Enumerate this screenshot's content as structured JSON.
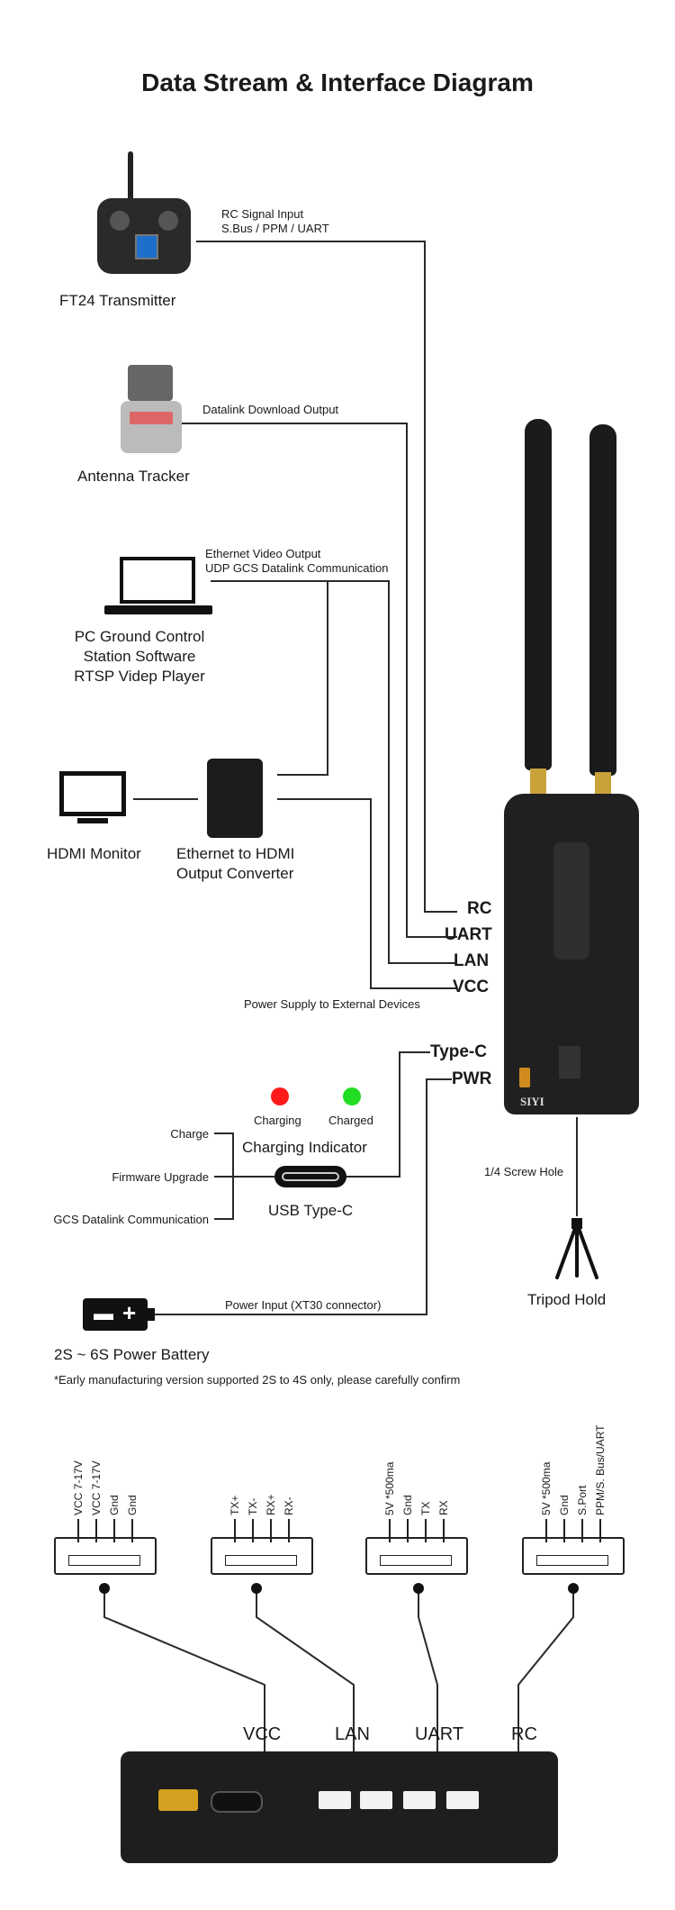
{
  "title": "Data Stream & Interface Diagram",
  "devices": {
    "transmitter": "FT24 Transmitter",
    "tracker": "Antenna Tracker",
    "pc": [
      "PC Ground Control",
      "Station Software",
      "RTSP Videp Player"
    ],
    "monitor": "HDMI Monitor",
    "converter": [
      "Ethernet to HDMI",
      "Output Converter"
    ],
    "tripod": "Tripod Hold",
    "battery": "2S ~ 6S Power Battery",
    "brand": "SIYI"
  },
  "links": {
    "rc_signal": [
      "RC Signal Input",
      "S.Bus / PPM / UART"
    ],
    "datalink": "Datalink Download Output",
    "ethernet": [
      "Ethernet Video Output",
      "UDP GCS Datalink Communication"
    ],
    "power_supply": "Power Supply to External Devices",
    "screw": "1/4 Screw Hole",
    "power_input": "Power Input (XT30 connector)"
  },
  "ports": {
    "rc": "RC",
    "uart": "UART",
    "lan": "LAN",
    "vcc": "VCC",
    "typec": "Type-C",
    "pwr": "PWR"
  },
  "charging": {
    "charging": "Charging",
    "charged": "Charged",
    "indicator": "Charging Indicator",
    "usb": "USB Type-C",
    "charging_color": "#ff1a1a",
    "charged_color": "#22dd22",
    "functions": [
      "Charge",
      "Firmware Upgrade",
      "GCS Datalink Communication"
    ]
  },
  "note": "*Early manufacturing version supported 2S to 4S only, please carefully confirm",
  "connectors": [
    {
      "name": "VCC",
      "pins": [
        "VCC 7-17V",
        "VCC 7-17V",
        "Gnd",
        "Gnd"
      ]
    },
    {
      "name": "LAN",
      "pins": [
        "TX+",
        "TX-",
        "RX+",
        "RX-"
      ]
    },
    {
      "name": "UART",
      "pins": [
        "5V *500ma",
        "Gnd",
        "TX",
        "RX"
      ]
    },
    {
      "name": "RC",
      "pins": [
        "5V *500ma",
        "Gnd",
        "S.Port",
        "PPM/S. Bus/UART"
      ]
    }
  ]
}
